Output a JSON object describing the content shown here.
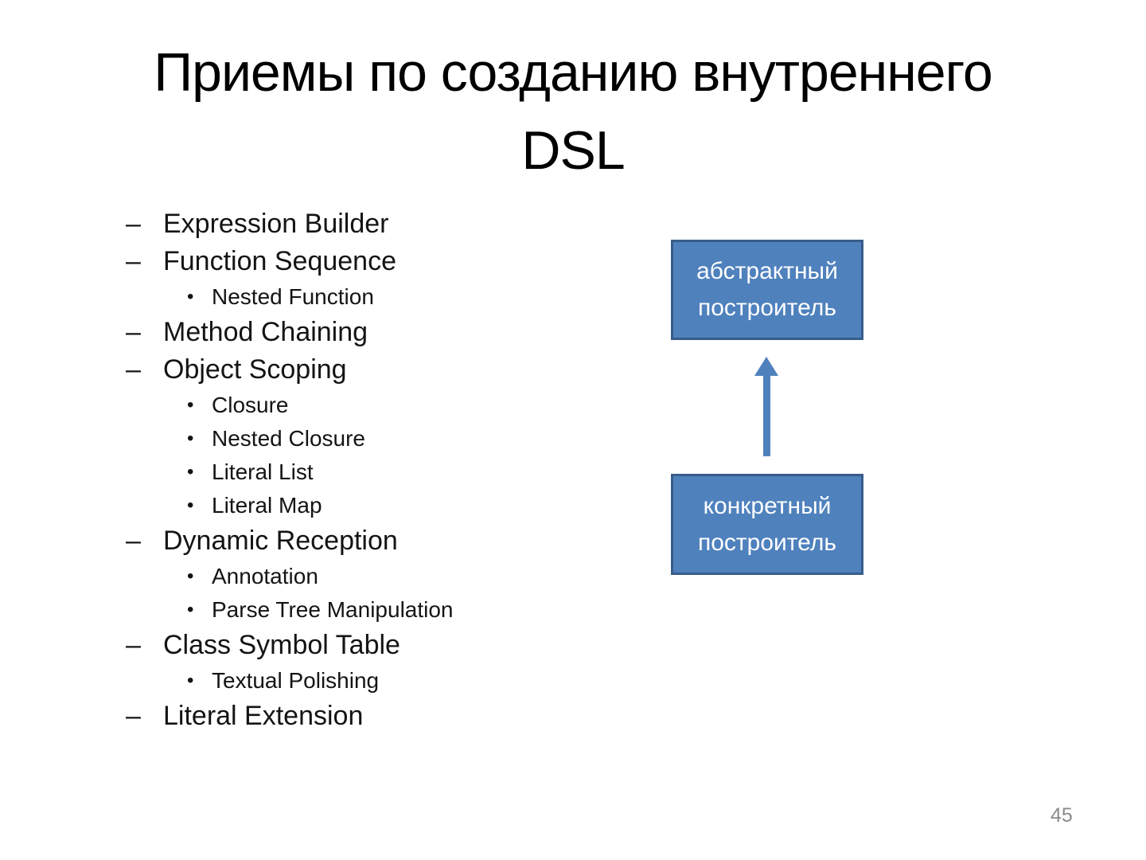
{
  "slide": {
    "title_line1": "Приемы по созданию внутреннего",
    "title_line2": "DSL",
    "page_number": "45"
  },
  "bullets": {
    "dash": "–",
    "dot": "•"
  },
  "outline": {
    "items": [
      {
        "level": 1,
        "label": "Expression Builder"
      },
      {
        "level": 1,
        "label": "Function Sequence"
      },
      {
        "level": 2,
        "label": "Nested Function"
      },
      {
        "level": 1,
        "label": "Method Chaining"
      },
      {
        "level": 1,
        "label": "Object Scoping"
      },
      {
        "level": 2,
        "label": "Closure"
      },
      {
        "level": 2,
        "label": "Nested Closure"
      },
      {
        "level": 2,
        "label": "Literal List"
      },
      {
        "level": 2,
        "label": "Literal Map"
      },
      {
        "level": 1,
        "label": "Dynamic Reception"
      },
      {
        "level": 2,
        "label": "Annotation"
      },
      {
        "level": 2,
        "label": "Parse Tree Manipulation"
      },
      {
        "level": 1,
        "label": "Class Symbol Table"
      },
      {
        "level": 2,
        "label": "Textual Polishing"
      },
      {
        "level": 1,
        "label": "Literal Extension"
      }
    ]
  },
  "diagram": {
    "abstract_box_label": "абстрактный построитель",
    "concrete_box_label": "конкретный построитель",
    "arrow_direction": "up",
    "colors": {
      "box_fill": "#4f81bd",
      "box_border": "#385d8a",
      "box_text": "#ffffff",
      "arrow": "#4f81bd"
    }
  }
}
